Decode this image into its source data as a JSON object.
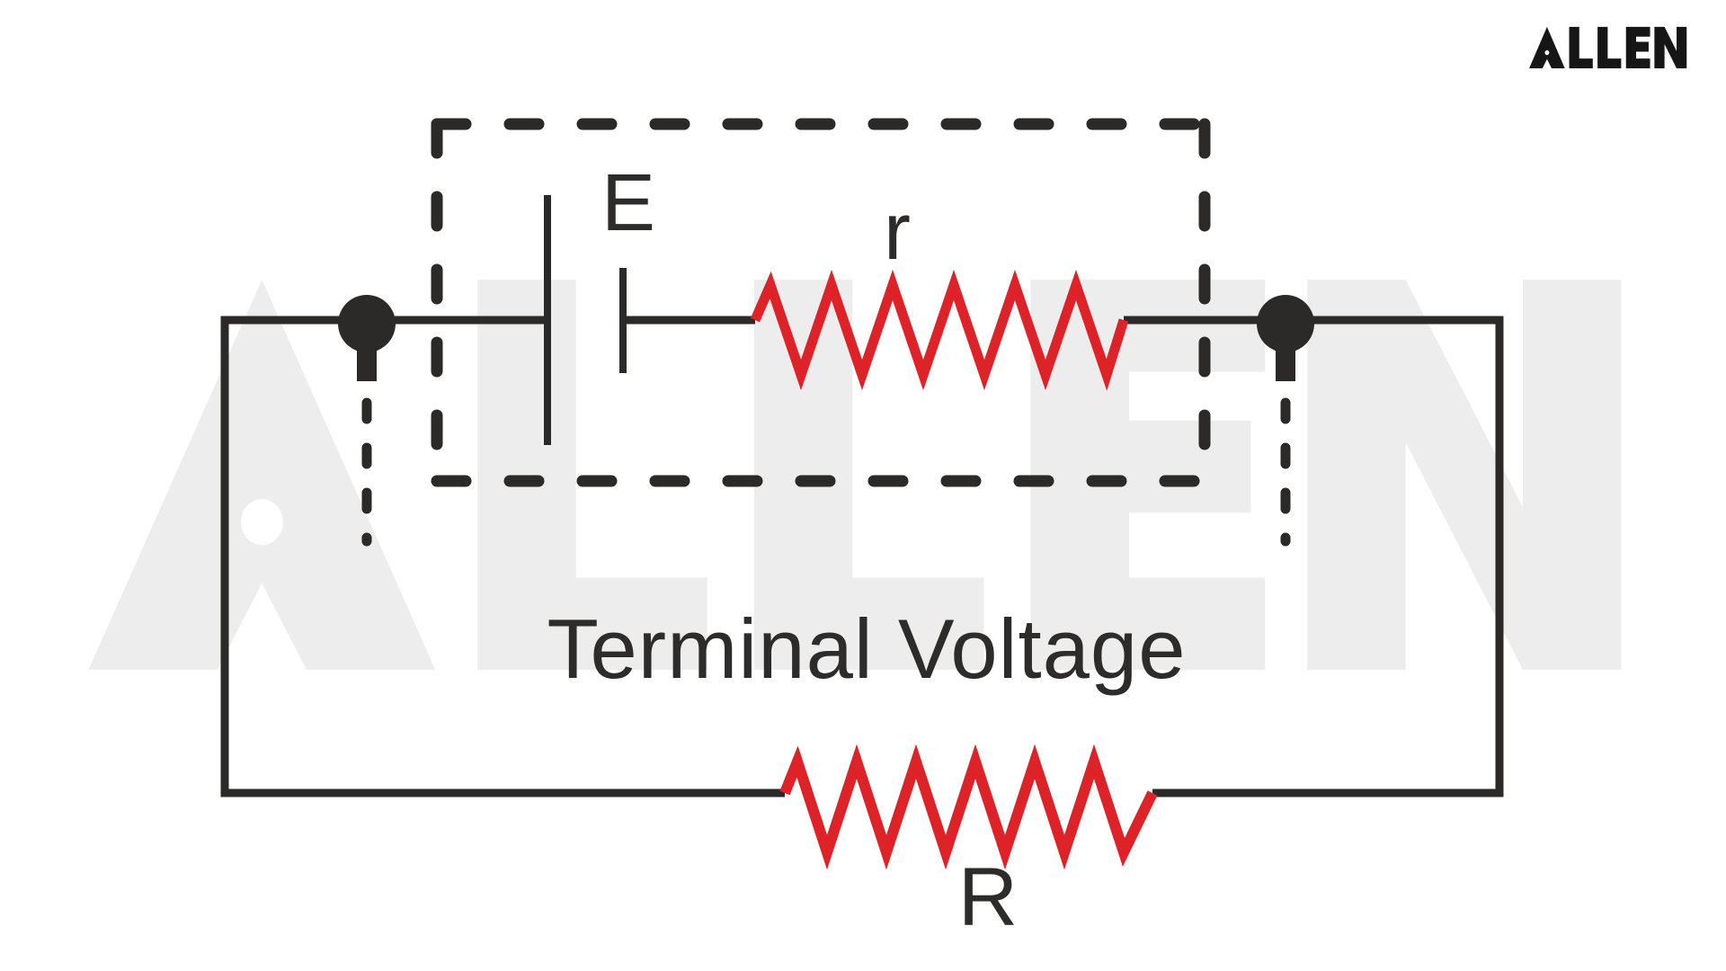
{
  "brand": {
    "logo_text": "ALLEN",
    "watermark_text": "ALLEN"
  },
  "diagram": {
    "title": "Terminal Voltage",
    "emf_label": "E",
    "internal_resistance_label": "r",
    "external_resistance_label": "R"
  },
  "colors": {
    "line_dark": "#2b2a29",
    "resistor_red": "#dd2228",
    "text_dark": "#2d2c2b",
    "watermark_gray": "#ededed",
    "background": "#ffffff"
  }
}
